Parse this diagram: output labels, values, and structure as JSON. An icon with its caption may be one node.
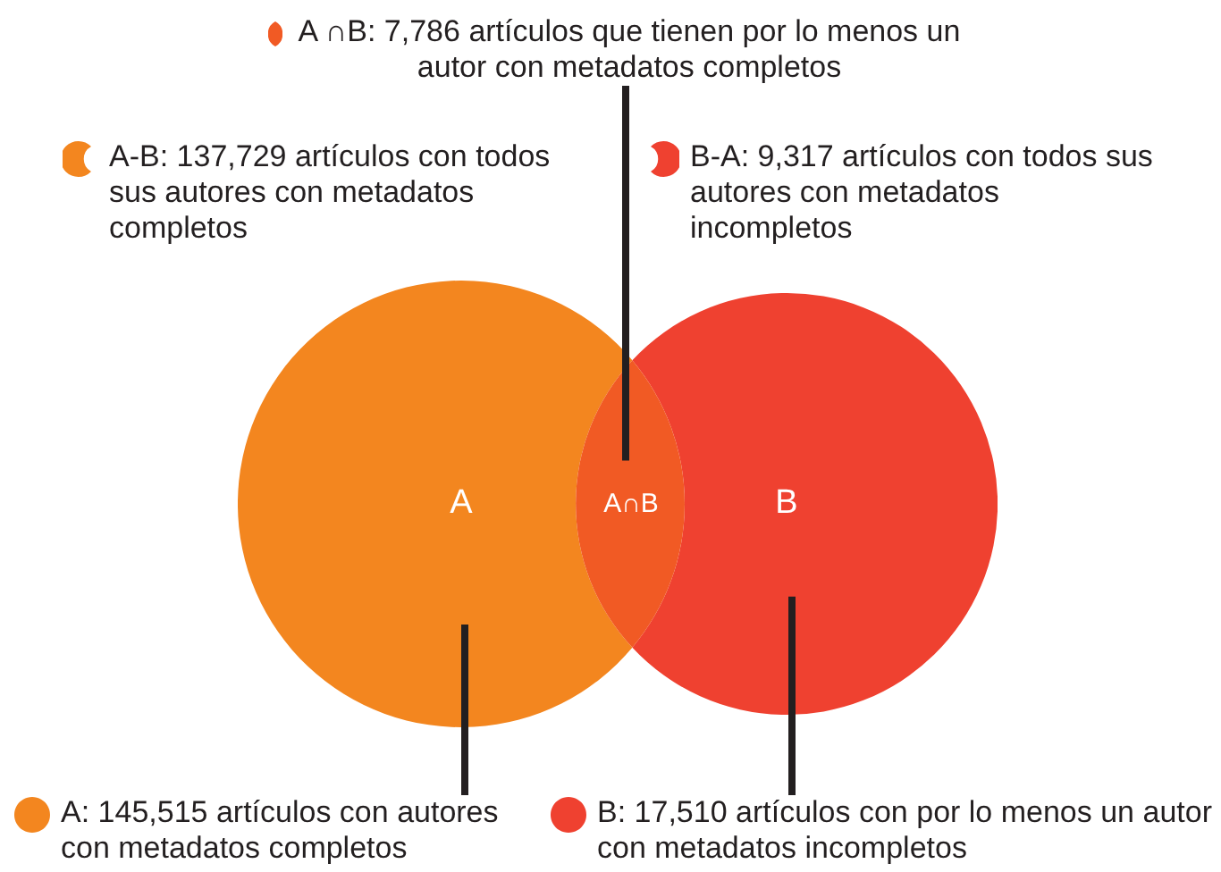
{
  "diagram": {
    "nodes": [
      {
        "text": [
          "A ∩B: 7,786 artículos que tienen por lo menos un autor con metadatos completos"
        ]
      },
      {
        "text": [
          "A-B: 137,729 artículos con todos sus autores con metadatos completos"
        ]
      },
      {
        "text": [
          "B-A: 9,317 artículos con todos sus autores con metadatos incompletos"
        ]
      },
      {
        "text": [
          "A"
        ]
      },
      {
        "text": [
          "B"
        ]
      },
      {
        "text": [
          "A∩B"
        ]
      },
      {
        "text": [
          "A: 145,515 artículos con autores con metadatos completos"
        ]
      },
      {
        "text": [
          "B: 17,510 artículos con por lo menos un autor con metadatos incompletos"
        ]
      }
    ],
    "edges": [
      {
        "from": 0,
        "to": 5,
        "arrow": "none"
      },
      {
        "from": 6,
        "to": 3,
        "arrow": "none"
      },
      {
        "from": 7,
        "to": 4,
        "arrow": "none"
      }
    ]
  }
}
